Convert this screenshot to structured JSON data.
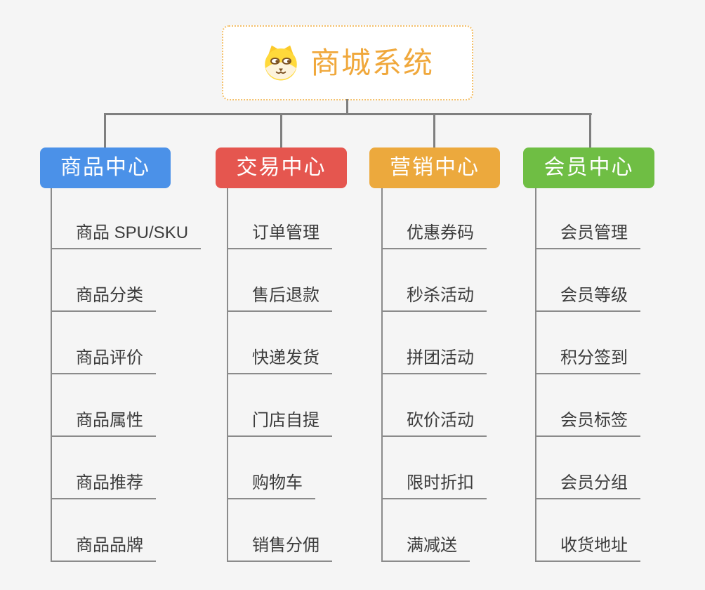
{
  "root": {
    "title": "商城系统",
    "accent_color": "#f0a83c",
    "border_color": "#f4c06a",
    "icon": "dog-icon"
  },
  "connector_color": "#7f7f7f",
  "underline_color": "#8b8b8b",
  "background_color": "#f5f5f5",
  "branches": [
    {
      "label": "商品中心",
      "color": "#4b91e8",
      "items": [
        "商品 SPU/SKU",
        "商品分类",
        "商品评价",
        "商品属性",
        "商品推荐",
        "商品品牌"
      ]
    },
    {
      "label": "交易中心",
      "color": "#e5564f",
      "items": [
        "订单管理",
        "售后退款",
        "快递发货",
        "门店自提",
        "购物车",
        "销售分佣"
      ]
    },
    {
      "label": "营销中心",
      "color": "#eca93d",
      "items": [
        "优惠券码",
        "秒杀活动",
        "拼团活动",
        "砍价活动",
        "限时折扣",
        "满减送"
      ]
    },
    {
      "label": "会员中心",
      "color": "#6fbe44",
      "items": [
        "会员管理",
        "会员等级",
        "积分签到",
        "会员标签",
        "会员分组",
        "收货地址"
      ]
    }
  ]
}
